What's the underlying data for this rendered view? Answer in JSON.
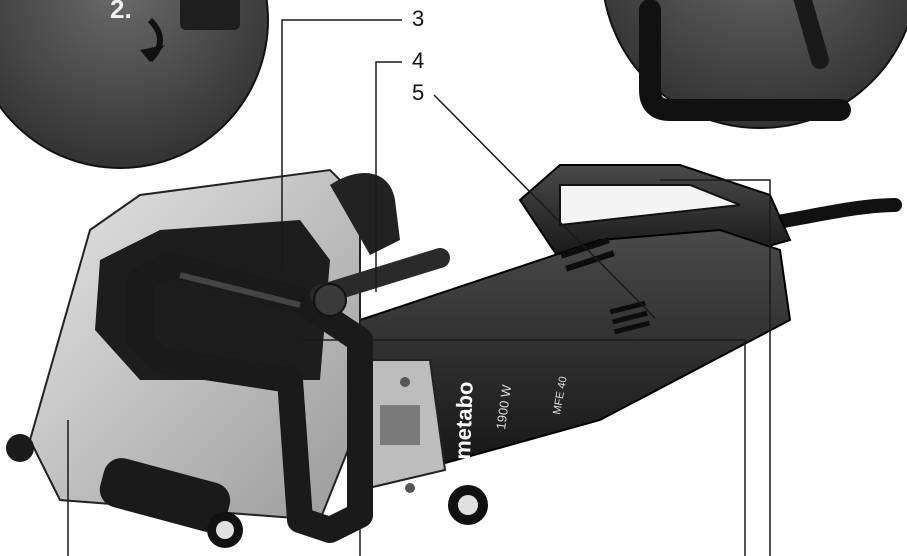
{
  "callouts": [
    {
      "number": "3"
    },
    {
      "number": "4"
    },
    {
      "number": "5"
    }
  ],
  "step_label": "2.",
  "brand_text": "metabo",
  "power_rating": "1900 W",
  "model_text": "MFE 40",
  "colors": {
    "background": "#ffffff",
    "tool_body": "#2a2a2a",
    "housing_silver": "#c8c8c8",
    "detail_circle": "#3a3a3a",
    "leader_lines": "#1a1a1a"
  }
}
